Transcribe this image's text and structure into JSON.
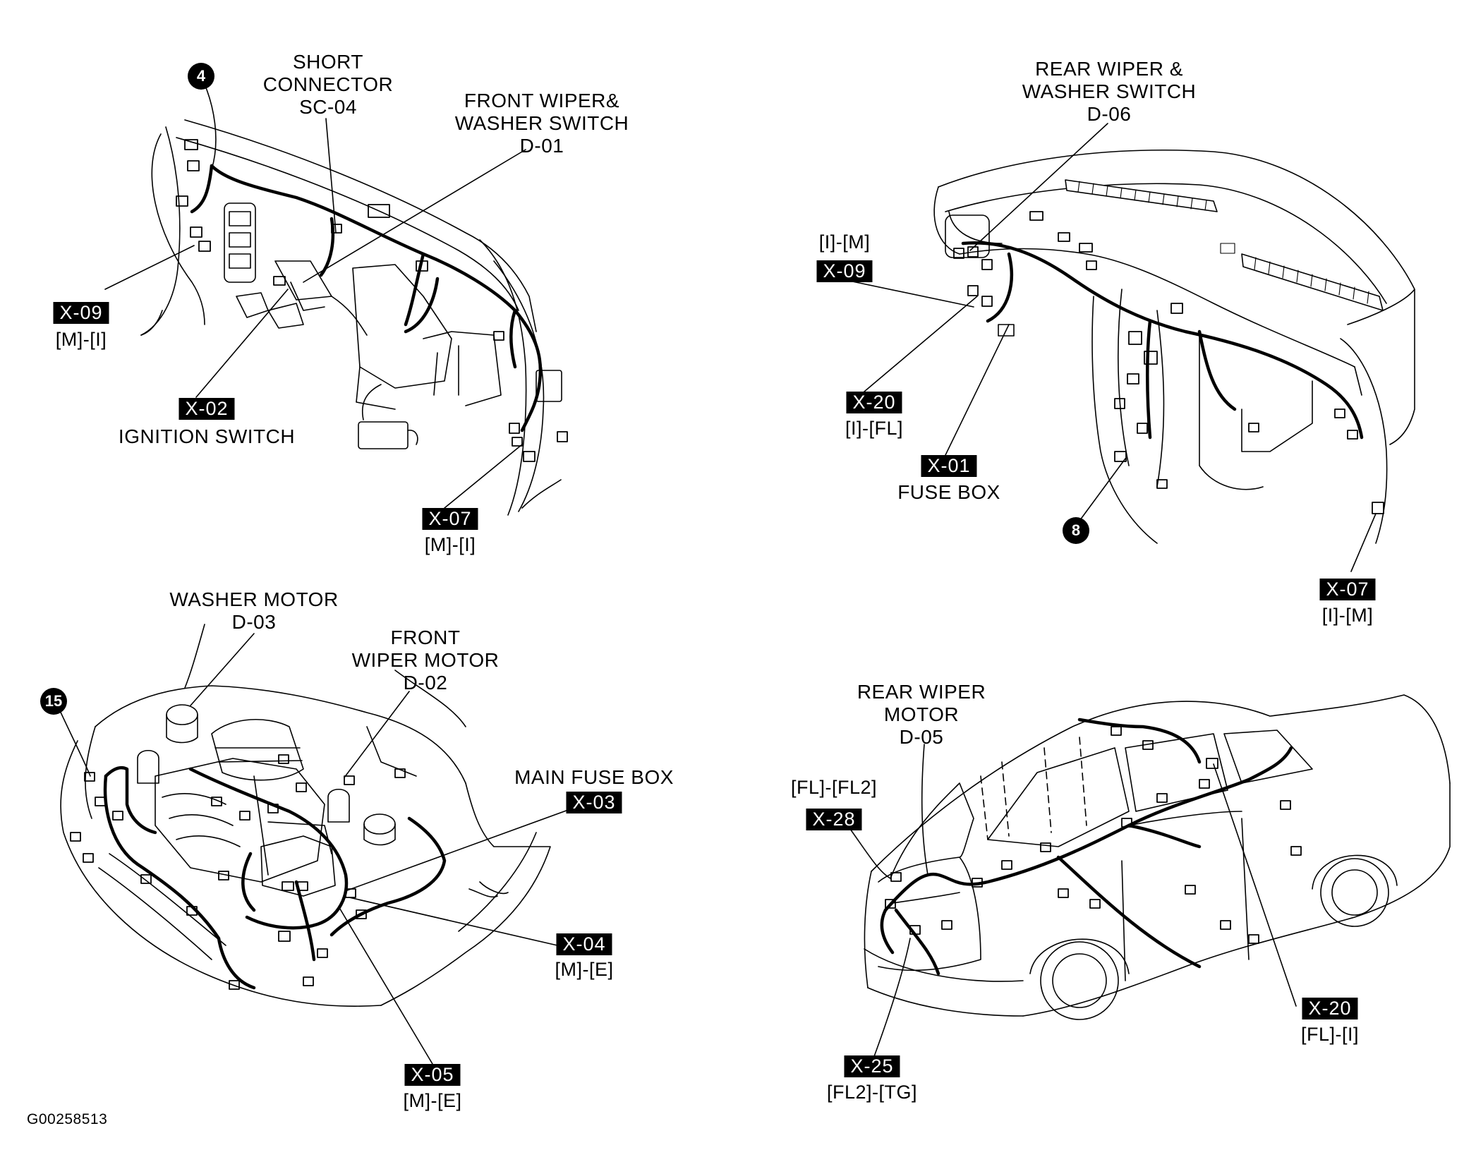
{
  "panels": {
    "dash_left": {
      "callouts": [
        {
          "key": "short_connector",
          "lines": [
            "SHORT",
            "CONNECTOR",
            "SC-04"
          ]
        },
        {
          "key": "front_wiper_switch",
          "lines": [
            "FRONT WIPER&",
            "WASHER SWITCH",
            "D-01"
          ]
        },
        {
          "key": "ignition_switch",
          "lines": [
            "IGNITION SWITCH"
          ]
        }
      ],
      "connectors": [
        {
          "id": "X-09",
          "pins": "[M]-[I]"
        },
        {
          "id": "X-02",
          "pins": ""
        },
        {
          "id": "X-07",
          "pins": "[M]-[I]"
        }
      ],
      "badge": "4"
    },
    "dash_right": {
      "callouts": [
        {
          "key": "rear_wiper_switch",
          "lines": [
            "REAR WIPER &",
            "WASHER SWITCH",
            "D-06"
          ]
        },
        {
          "key": "fuse_box",
          "lines": [
            "FUSE BOX"
          ]
        }
      ],
      "connectors": [
        {
          "id": "X-09",
          "pins": "[I]-[M]"
        },
        {
          "id": "X-20",
          "pins": "[I]-[FL]"
        },
        {
          "id": "X-01",
          "pins": ""
        },
        {
          "id": "X-07",
          "pins": "[I]-[M]"
        }
      ],
      "badge": "8"
    },
    "engine_bay": {
      "callouts": [
        {
          "key": "washer_motor",
          "lines": [
            "WASHER MOTOR",
            "D-03"
          ]
        },
        {
          "key": "front_wiper_motor",
          "lines": [
            "FRONT",
            "WIPER MOTOR",
            "D-02"
          ]
        },
        {
          "key": "main_fuse_box",
          "lines": [
            "MAIN FUSE BOX"
          ]
        }
      ],
      "connectors": [
        {
          "id": "X-03",
          "pins": ""
        },
        {
          "id": "X-04",
          "pins": "[M]-[E]"
        },
        {
          "id": "X-05",
          "pins": "[M]-[E]"
        }
      ],
      "badge": "15"
    },
    "rear_body": {
      "callouts": [
        {
          "key": "rear_wiper_motor",
          "lines": [
            "REAR WIPER",
            "MOTOR",
            "D-05"
          ]
        }
      ],
      "connectors": [
        {
          "id": "X-28",
          "pins": "[FL]-[FL2]",
          "pins_above": true
        },
        {
          "id": "X-20",
          "pins": "[FL]-[I]"
        },
        {
          "id": "X-25",
          "pins": "[FL2]-[TG]"
        }
      ]
    }
  },
  "figure_code": "G00258513"
}
